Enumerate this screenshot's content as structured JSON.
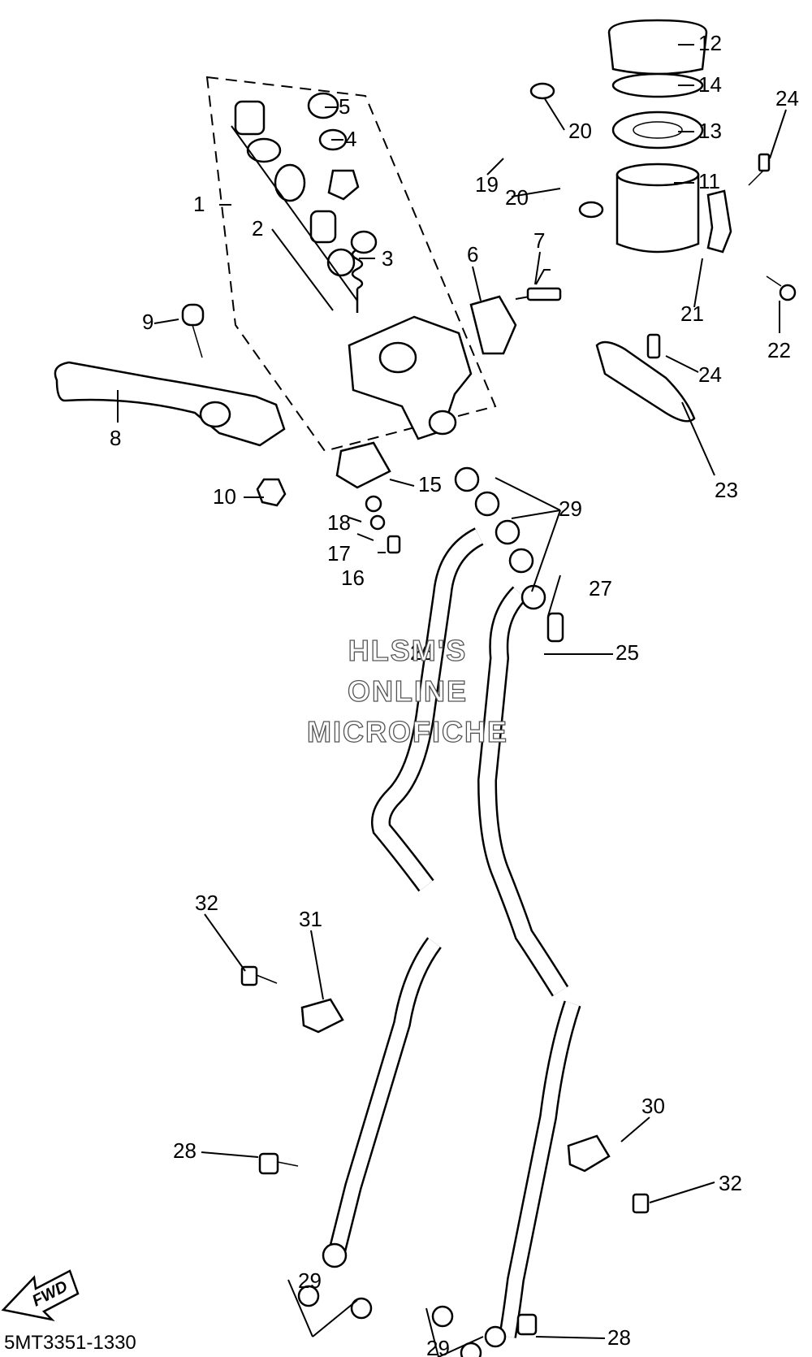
{
  "diagram": {
    "callouts": {
      "c1": "1",
      "c2": "2",
      "c3": "3",
      "c4": "4",
      "c5": "5",
      "c6": "6",
      "c7": "7",
      "c8": "8",
      "c9": "9",
      "c10": "10",
      "c11": "11",
      "c12": "12",
      "c13": "13",
      "c14": "14",
      "c15": "15",
      "c16": "16",
      "c17": "17",
      "c18": "18",
      "c19": "19",
      "c20a": "20",
      "c20b": "20",
      "c21": "21",
      "c22": "22",
      "c23": "23",
      "c24a": "24",
      "c24b": "24",
      "c25": "25",
      "c26": "26",
      "c27": "27",
      "c28a": "28",
      "c28b": "28",
      "c29a": "29",
      "c29b": "29",
      "c29c": "29",
      "c30": "30",
      "c31": "31",
      "c32a": "32",
      "c32b": "32"
    },
    "watermark": {
      "line1": "HLSM'S",
      "line2": "ONLINE",
      "line3": "MICROFICHE"
    },
    "fwd_label": "FWD",
    "drawing_code": "5MT3351-1330"
  }
}
